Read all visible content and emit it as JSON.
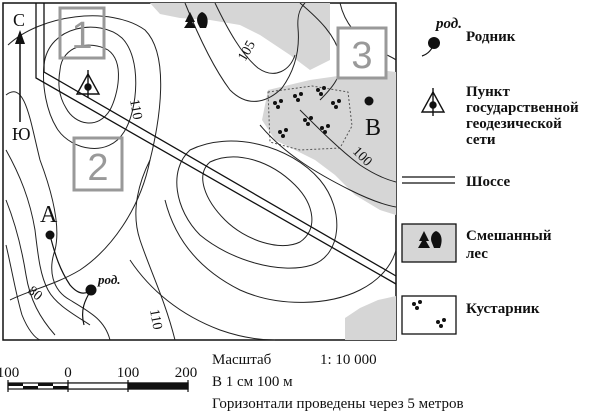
{
  "map": {
    "compass": {
      "north": "С",
      "south": "Ю"
    },
    "points": {
      "a": "А",
      "b": "В"
    },
    "areas": {
      "one": "1",
      "two": "2",
      "three": "3"
    },
    "contour_labels": {
      "c80": "80",
      "c100": "100",
      "c105": "105",
      "c110_a": "110",
      "c110_b": "110"
    },
    "spring_label": "род."
  },
  "legend": {
    "spring": {
      "tag": "род.",
      "text": "Родник"
    },
    "geodetic": {
      "lines": [
        "Пункт",
        "государственной",
        "геодезической",
        "сети"
      ]
    },
    "highway": {
      "text": "Шоссе"
    },
    "forest": {
      "lines": [
        "Смешанный",
        "лес"
      ]
    },
    "shrub": {
      "text": "Кустарник"
    }
  },
  "scale_bar": {
    "ticks": [
      "100",
      "0",
      "100",
      "200"
    ],
    "scale_label": "Масштаб",
    "scale_value": "1: 10 000",
    "cm_line": "В 1 см 100 м",
    "contour_interval": "Горизонтали проведены через 5 метров"
  },
  "colors": {
    "forest": "#d3d3d3",
    "ink": "#111111",
    "box": "#999999"
  }
}
